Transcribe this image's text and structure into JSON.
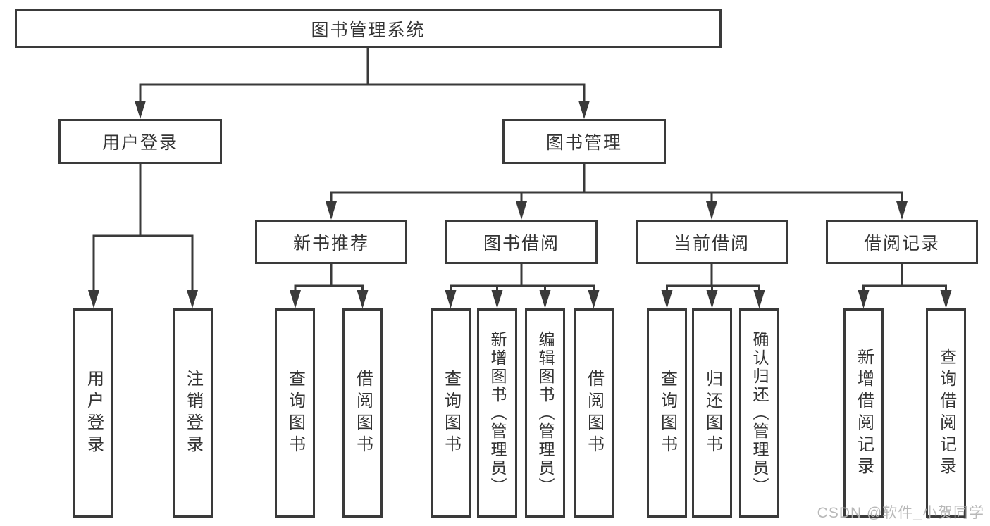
{
  "diagram": {
    "root": {
      "label": "图书管理系统"
    },
    "level2": {
      "user_login": {
        "label": "用户登录"
      },
      "book_mgmt": {
        "label": "图书管理"
      }
    },
    "level3": {
      "new_book_rec": {
        "label": "新书推荐"
      },
      "book_borrow": {
        "label": "图书借阅"
      },
      "current_borrow": {
        "label": "当前借阅"
      },
      "borrow_record": {
        "label": "借阅记录"
      }
    },
    "leaves": {
      "user_login_op": {
        "label": "用户登录"
      },
      "logout_op": {
        "label": "注销登录"
      },
      "rec_query_book": {
        "label": "查询图书"
      },
      "rec_borrow_book": {
        "label": "借阅图书"
      },
      "bb_query_book": {
        "label": "查询图书"
      },
      "bb_add_book": {
        "label": "新增图书（管理员）"
      },
      "bb_edit_book": {
        "label": "编辑图书（管理员）"
      },
      "bb_borrow_book": {
        "label": "借阅图书"
      },
      "cb_query_book": {
        "label": "查询图书"
      },
      "cb_return_book": {
        "label": "归还图书"
      },
      "cb_confirm_return": {
        "label": "确认归还（管理员）"
      },
      "br_add_record": {
        "label": "新增借阅记录"
      },
      "br_query_record": {
        "label": "查询借阅记录"
      }
    },
    "edges": [
      {
        "from": "图书管理系统",
        "to": [
          "用户登录",
          "图书管理"
        ]
      },
      {
        "from": "用户登录",
        "to": [
          "用户登录",
          "注销登录"
        ]
      },
      {
        "from": "图书管理",
        "to": [
          "新书推荐",
          "图书借阅",
          "当前借阅",
          "借阅记录"
        ]
      },
      {
        "from": "新书推荐",
        "to": [
          "查询图书",
          "借阅图书"
        ]
      },
      {
        "from": "图书借阅",
        "to": [
          "查询图书",
          "新增图书（管理员）",
          "编辑图书（管理员）",
          "借阅图书"
        ]
      },
      {
        "from": "当前借阅",
        "to": [
          "查询图书",
          "归还图书",
          "确认归还（管理员）"
        ]
      },
      {
        "from": "借阅记录",
        "to": [
          "新增借阅记录",
          "查询借阅记录"
        ]
      }
    ]
  },
  "watermark": {
    "text": "CSDN @软件_小贺同学"
  },
  "colors": {
    "line": "#3a3a3a",
    "text": "#333333",
    "background": "#ffffff",
    "watermark": "#b5b5b5"
  }
}
